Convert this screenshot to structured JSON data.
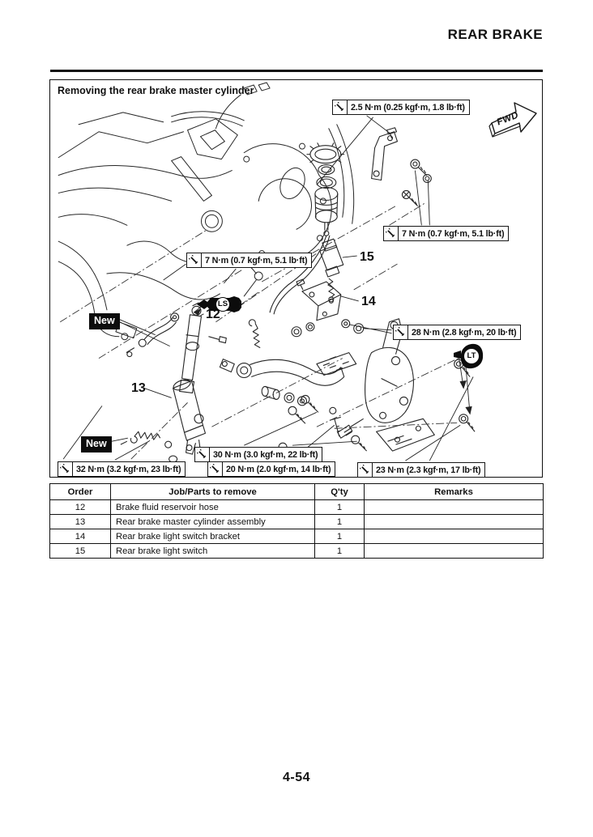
{
  "page": {
    "header_title": "REAR BRAKE",
    "page_number": "4-54"
  },
  "figure": {
    "title": "Removing the rear brake master cylinder",
    "fwd_label": "FWD",
    "new_label": "New",
    "ls_label": "LS",
    "lt_label": "LT",
    "part_labels": {
      "p12": "12",
      "p13": "13",
      "p14": "14",
      "p15": "15"
    },
    "torque_callouts": [
      {
        "id": "top-bracket",
        "text": "2.5 N·m (0.25 kgf·m, 1.8 lb·ft)"
      },
      {
        "id": "reservoir-right",
        "text": "7 N·m (0.7 kgf·m, 5.1 lb·ft)"
      },
      {
        "id": "mid-left",
        "text": "7 N·m (0.7 kgf·m, 5.1 lb·ft)"
      },
      {
        "id": "footrest-upper",
        "text": "28 N·m (2.8 kgf·m, 20 lb·ft)"
      },
      {
        "id": "bottom-mid-upper",
        "text": "30 N·m (3.0 kgf·m, 22 lb·ft)"
      },
      {
        "id": "bottom-left",
        "text": "32 N·m (3.2 kgf·m, 23 lb·ft)"
      },
      {
        "id": "bottom-mid-lower",
        "text": "20 N·m (2.0 kgf·m, 14 lb·ft)"
      },
      {
        "id": "bottom-right",
        "text": "23 N·m (2.3 kgf·m, 17 lb·ft)"
      }
    ]
  },
  "table": {
    "headers": [
      "Order",
      "Job/Parts to remove",
      "Q'ty",
      "Remarks"
    ],
    "rows": [
      {
        "order": "12",
        "job": "Brake fluid reservoir hose",
        "qty": "1",
        "remarks": ""
      },
      {
        "order": "13",
        "job": "Rear brake master cylinder assembly",
        "qty": "1",
        "remarks": ""
      },
      {
        "order": "14",
        "job": "Rear brake light switch bracket",
        "qty": "1",
        "remarks": ""
      },
      {
        "order": "15",
        "job": "Rear brake light switch",
        "qty": "1",
        "remarks": ""
      }
    ]
  }
}
